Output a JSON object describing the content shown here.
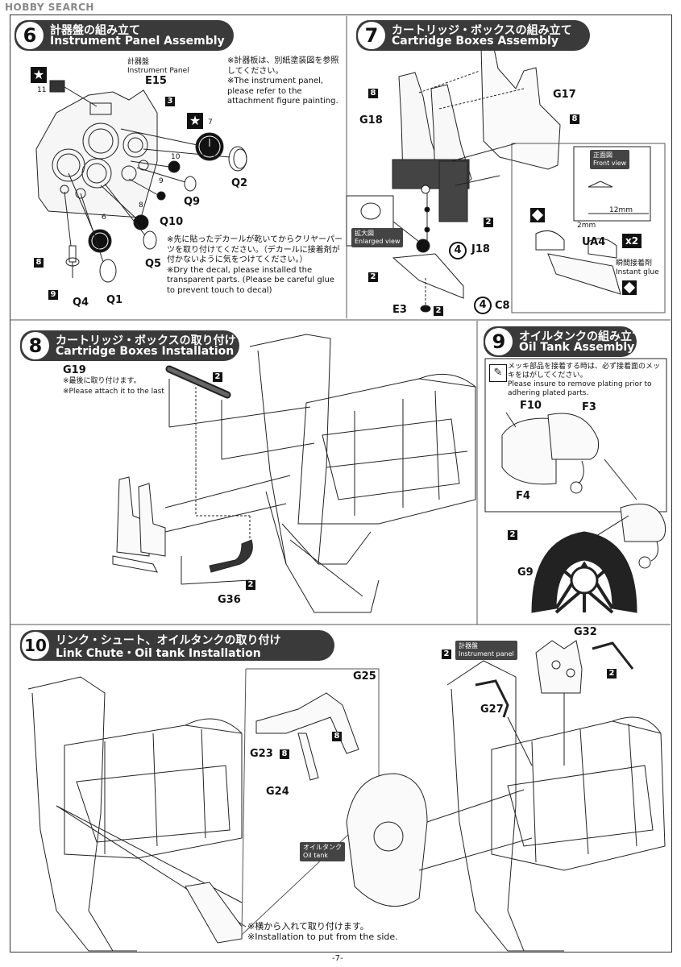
{
  "brand": "HOBBY SEARCH",
  "page_number": "-7-",
  "steps": {
    "s6": {
      "number": "6",
      "title_jp": "計器盤の組み立て",
      "title_en": "Instrument Panel Assembly",
      "panel_label_jp": "計器盤",
      "panel_label_en": "Instrument Panel",
      "note1_jp": "※計器板は、別紙塗装図を参照してください。",
      "note1_en": "※The instrument panel, please refer to the attachment figure painting.",
      "note2_jp": "※先に貼ったデカールが乾いてからクリヤーパーツを取り付けてください。（デカールに接着剤が付かないように気をつけてください。）",
      "note2_en": "※Dry the decal, please installed the transparent parts. (Please be careful glue to prevent touch to decal)",
      "parts": [
        "E15",
        "Q2",
        "Q9",
        "Q10",
        "Q5",
        "Q1",
        "Q4"
      ],
      "decal_numbers": [
        "11",
        "7",
        "10",
        "9",
        "8",
        "6"
      ],
      "paint_numbers": [
        "3",
        "8",
        "9"
      ]
    },
    "s7": {
      "number": "7",
      "title_jp": "カートリッジ・ボックスの組み立て",
      "title_en": "Cartridge Boxes Assembly",
      "parts": [
        "G18",
        "G17",
        "J18",
        "E3",
        "C8",
        "UA4"
      ],
      "paint_numbers": [
        "8",
        "8",
        "2",
        "2",
        "2"
      ],
      "circled_numbers": [
        "4",
        "4"
      ],
      "enlarged_jp": "拡大図",
      "enlarged_en": "Enlarged view",
      "front_jp": "正面図",
      "front_en": "Front view",
      "dim_12": "12mm",
      "dim_2": "2mm",
      "qty": "x2",
      "glue_jp": "瞬間接着剤",
      "glue_en": "Instant glue"
    },
    "s8": {
      "number": "8",
      "title_jp": "カートリッジ・ボックスの取り付け",
      "title_en": "Cartridge Boxes Installation",
      "parts": [
        "G19",
        "G36"
      ],
      "paint_numbers": [
        "2",
        "2"
      ],
      "note_jp": "※最後に取り付けます。",
      "note_en": "※Please attach it to the last"
    },
    "s9": {
      "number": "9",
      "title_jp": "オイルタンクの組み立て",
      "title_en": "Oil Tank Assembly",
      "note_jp": "メッキ部品を接着する時は、必ず接着面のメッキをはがしてください。",
      "note_en": "Please insure to remove plating prior to adhering plated parts.",
      "parts": [
        "F10",
        "F3",
        "F4",
        "G9"
      ],
      "paint_numbers": [
        "2"
      ]
    },
    "s10": {
      "number": "10",
      "title_jp": "リンク・シュート、オイルタンクの取り付け",
      "title_en": "Link Chute・Oil tank Installation",
      "parts": [
        "G25",
        "G23",
        "G24",
        "G32",
        "G27"
      ],
      "paint_numbers": [
        "8",
        "8",
        "2",
        "2"
      ],
      "panel_tag_jp": "計器盤",
      "panel_tag_en": "Instrument panel",
      "oil_tag_jp": "オイルタンク",
      "oil_tag_en": "Oil tank",
      "note_jp": "※横から入れて取り付けます。",
      "note_en": "※Installation to put from the side."
    }
  }
}
